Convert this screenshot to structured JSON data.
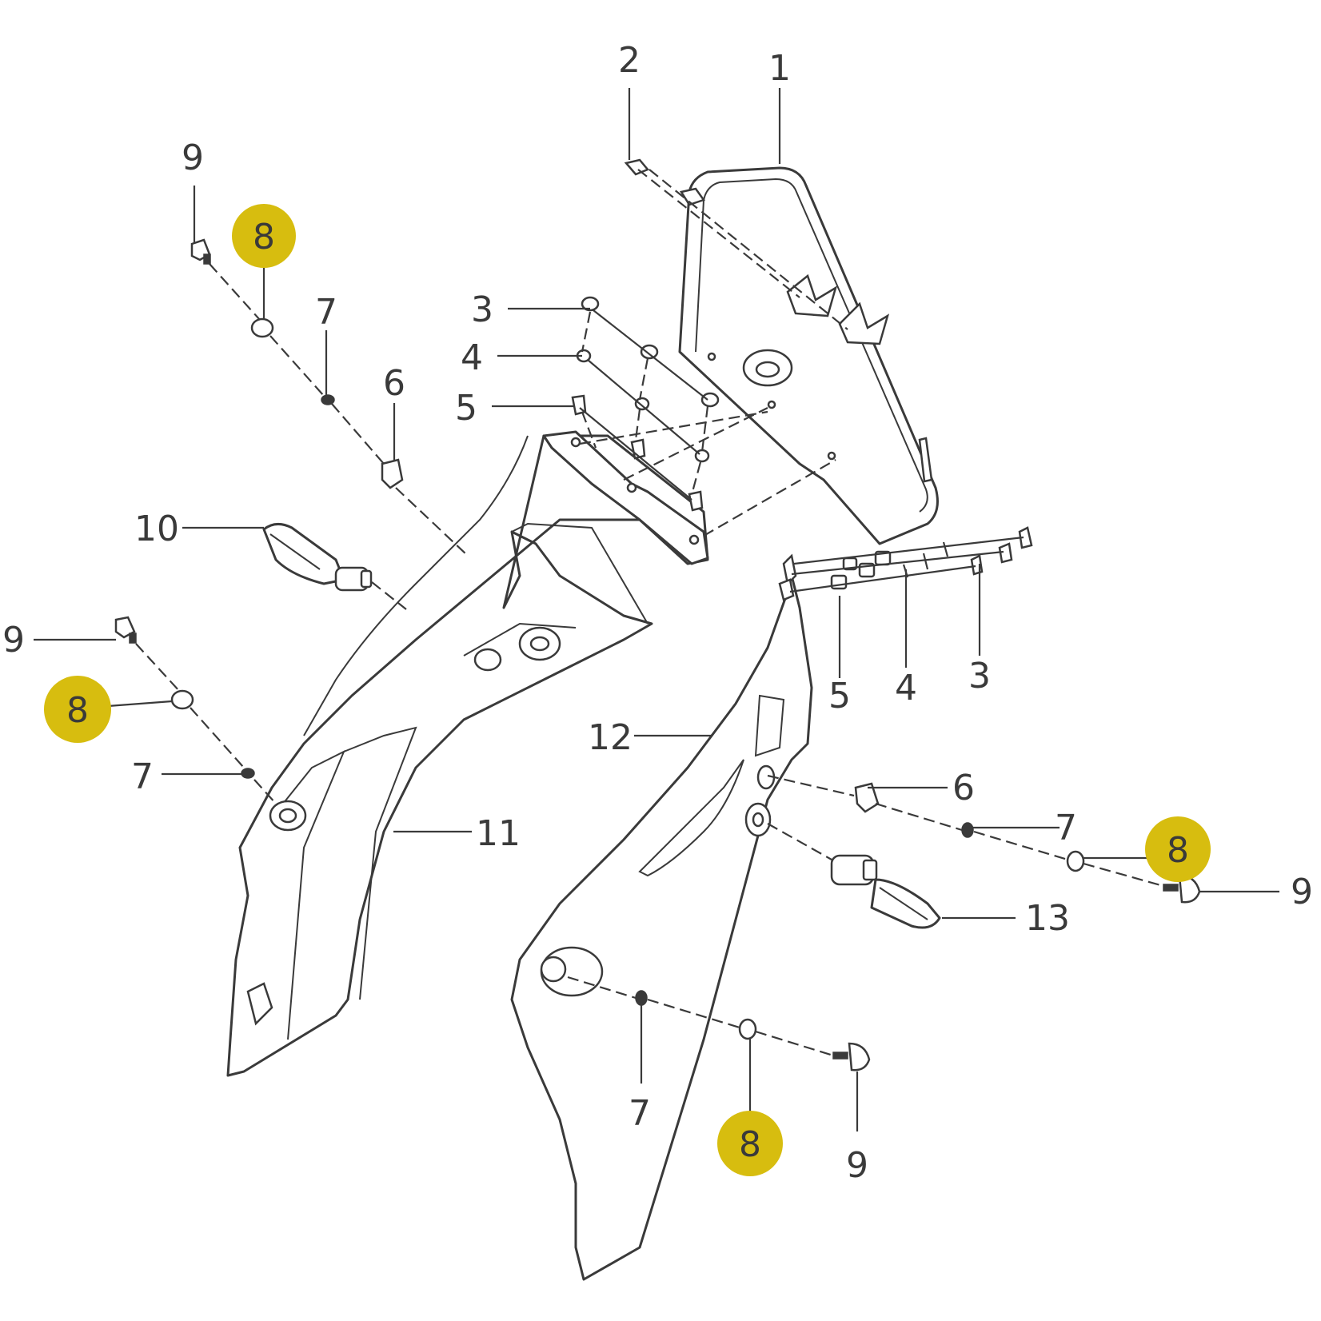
{
  "highlight_color": "#d7bd0f",
  "line_color": "#3a3a3a",
  "callouts": {
    "c1": "1",
    "c2": "2",
    "c3a": "3",
    "c4a": "4",
    "c5a": "5",
    "c3b": "3",
    "c4b": "4",
    "c5b": "5",
    "c6a": "6",
    "c6b": "6",
    "c7a": "7",
    "c7b": "7",
    "c7c": "7",
    "c7d": "7",
    "c8a": "8",
    "c8b": "8",
    "c8c": "8",
    "c8d": "8",
    "c9a": "9",
    "c9b": "9",
    "c9c": "9",
    "c9d": "9",
    "c10": "10",
    "c11": "11",
    "c12": "12",
    "c13": "13"
  }
}
